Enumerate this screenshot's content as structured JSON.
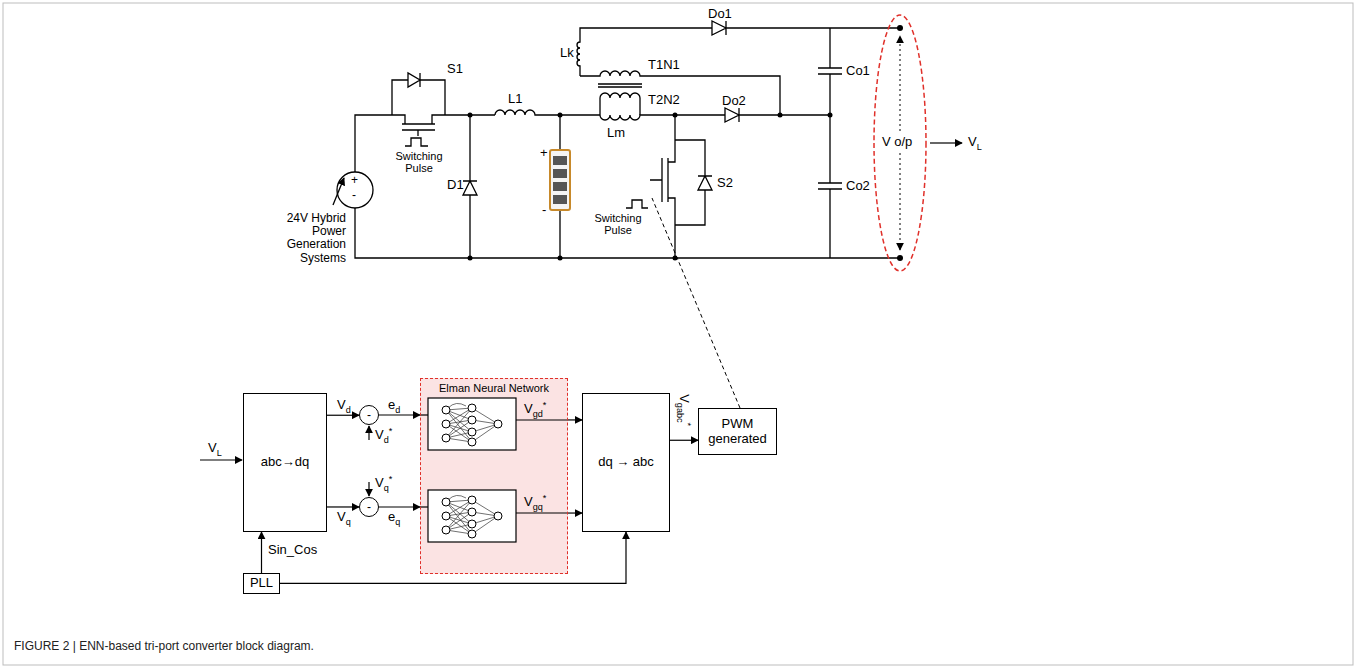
{
  "diagram": {
    "caption": "FIGURE 2 | ENN-based tri-port converter block diagram.",
    "nodes": [
      {
        "text": [
          "abc→dq"
        ]
      },
      {
        "text": [
          "-"
        ]
      },
      {
        "text": [
          "-"
        ]
      },
      {
        "text": [
          "Elman Neural Network"
        ]
      },
      {
        "text": [
          "dq → abc"
        ]
      },
      {
        "text": [
          "PWM generated"
        ]
      },
      {
        "text": [
          "PLL"
        ]
      }
    ],
    "edges": [
      {
        "from": 0,
        "to": 1,
        "arrow": "to",
        "label": "Vd"
      },
      {
        "from": 0,
        "to": 2,
        "arrow": "to",
        "label": "Vq"
      },
      {
        "from": 1,
        "to": 3,
        "arrow": "to",
        "label": "ed"
      },
      {
        "from": 2,
        "to": 3,
        "arrow": "to",
        "label": "eq"
      },
      {
        "from": 3,
        "to": 4,
        "arrow": "to",
        "label": "Vgd*"
      },
      {
        "from": 3,
        "to": 4,
        "arrow": "to",
        "label": "Vgq*"
      },
      {
        "from": 4,
        "to": 5,
        "arrow": "to",
        "label": "Vgabc*"
      },
      {
        "from": 6,
        "to": 0,
        "arrow": "to"
      },
      {
        "from": 6,
        "to": 4,
        "arrow": "to"
      }
    ],
    "labels": [
      "VL",
      "Vd*",
      "Vq*",
      "Sin_Cos",
      "S1",
      "Switching Pulse",
      "24V Hybrid Power Generation Systems",
      "D1",
      "L1",
      "+",
      "-",
      "+",
      "-",
      "Lk",
      "T1N1",
      "T2N2",
      "Lm",
      "Do1",
      "Do2",
      "S2",
      "Switching Pulse",
      "Co1",
      "Co2",
      "V o/p",
      "VL"
    ]
  }
}
